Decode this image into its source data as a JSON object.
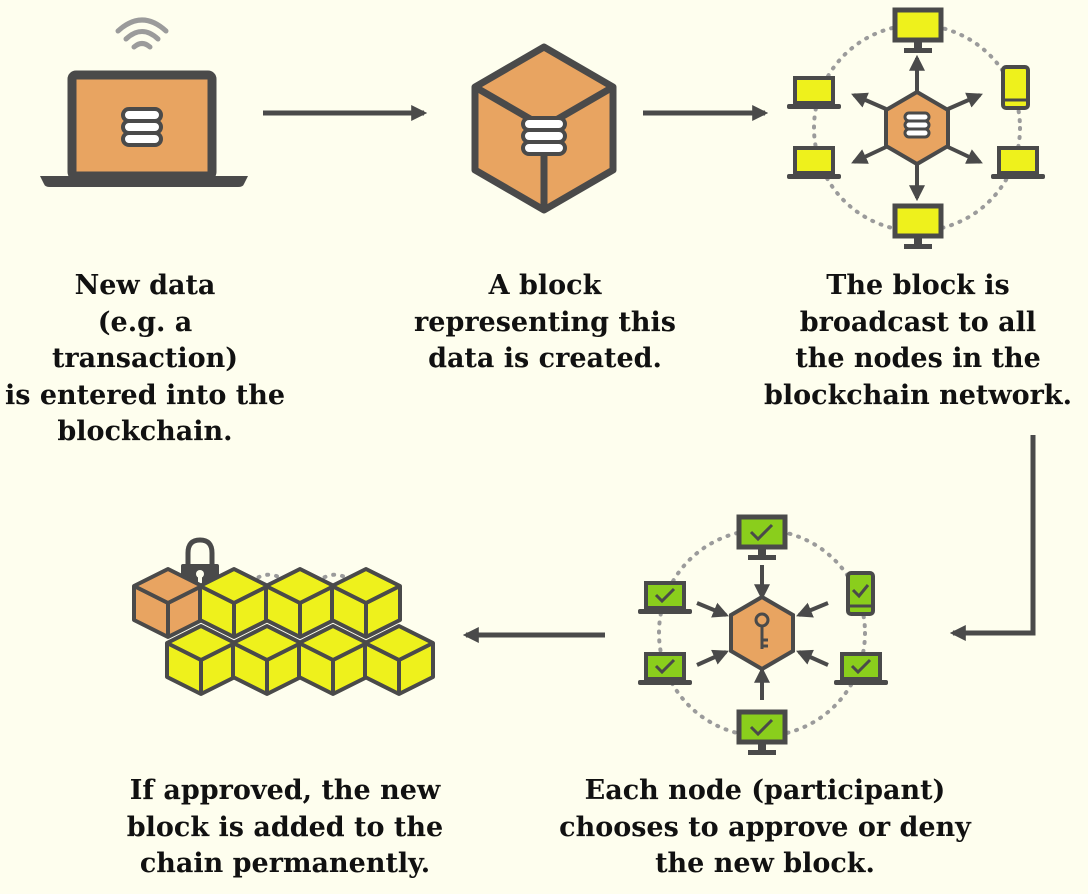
{
  "colors": {
    "background": "#fefeee",
    "stroke": "#4a4a4a",
    "orange": "#e8a461",
    "yellow": "#eef11c",
    "green": "#8ace1c",
    "dots": "#9b9b9b",
    "text": "#111111"
  },
  "steps": [
    {
      "caption": "New data\n(e.g. a transaction)\nis entered into the\nblockchain.",
      "icon": "laptop-database-wifi-icon"
    },
    {
      "caption": "A block\nrepresenting this\ndata is created.",
      "icon": "block-cube-icon"
    },
    {
      "caption": "The block is\nbroadcast to all\nthe nodes in the\nblockchain network.",
      "icon": "broadcast-network-icon"
    },
    {
      "caption": "Each node (participant)\nchooses to approve or deny\nthe new block.",
      "icon": "approval-network-icon"
    },
    {
      "caption": "If approved, the new\nblock is added to the\nchain permanently.",
      "icon": "locked-chain-icon"
    }
  ]
}
